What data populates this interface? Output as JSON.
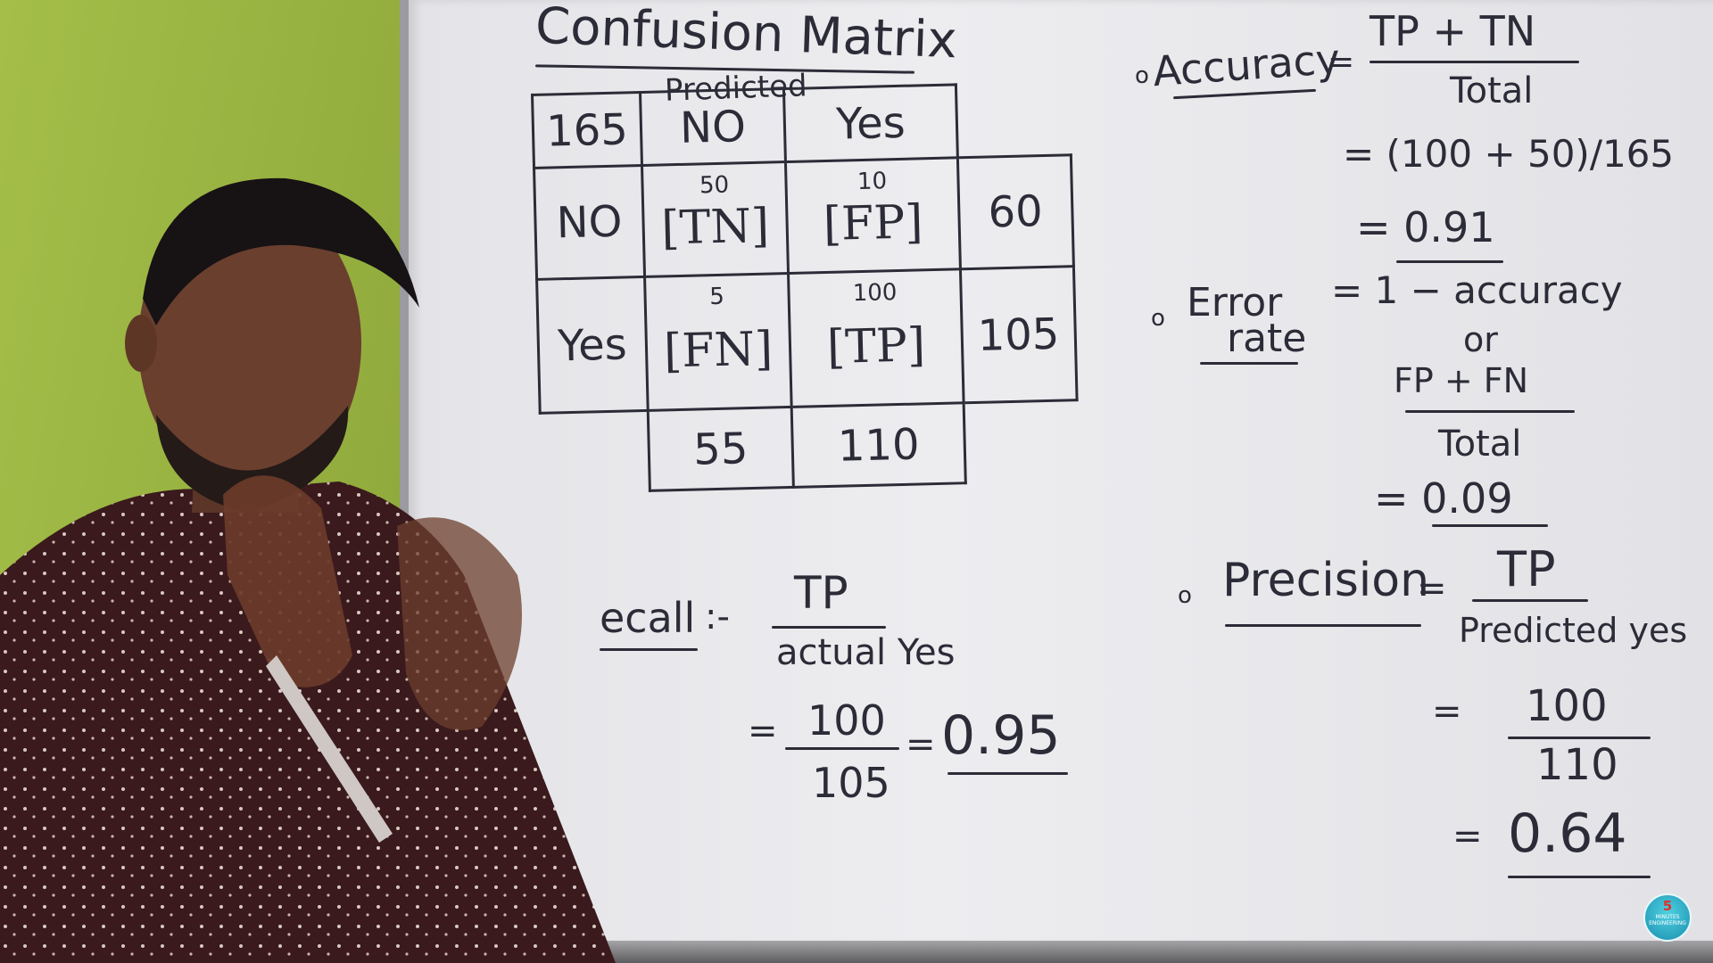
{
  "board": {
    "title": "Confusion Matrix",
    "matrix": {
      "axis_label": "Predicted",
      "corner_total": "165",
      "col_headers": [
        "NO",
        "Yes"
      ],
      "row_headers": [
        "NO",
        "Yes"
      ],
      "cells": [
        [
          {
            "count": "50",
            "label": "[TN]"
          },
          {
            "count": "10",
            "label": "[FP]"
          }
        ],
        [
          {
            "count": "5",
            "label": "[FN]"
          },
          {
            "count": "100",
            "label": "[TP]"
          }
        ]
      ],
      "row_totals": [
        "60",
        "105"
      ],
      "col_totals": [
        "55",
        "110"
      ]
    },
    "accuracy": {
      "bullet": "o",
      "label": "Accuracy",
      "eq": "=",
      "numerator": "TP + TN",
      "denominator": "Total",
      "step1": "= (100 + 50)/165",
      "result": "= 0.91"
    },
    "error_rate": {
      "bullet": "o",
      "label_line1": "Error",
      "label_line2": "rate",
      "formula": "= 1 − accuracy",
      "or": "or",
      "numerator": "FP + FN",
      "denominator": "Total",
      "result": "= 0.09"
    },
    "recall": {
      "label": "ecall",
      "sep": ":-",
      "numerator": "TP",
      "denominator": "actual Yes",
      "eq": "=",
      "num_value": "100",
      "den_value": "105",
      "eq2": "=",
      "result": "0.95"
    },
    "precision": {
      "bullet": "o",
      "label": "Precision",
      "eq": "=",
      "numerator": "TP",
      "denominator": "Predicted yes",
      "eq2": "=",
      "num_value": "100",
      "den_value": "110",
      "eq3": "=",
      "result": "0.64"
    }
  },
  "logo": {
    "number": "5",
    "text": "MINUTES ENGINEERING"
  }
}
